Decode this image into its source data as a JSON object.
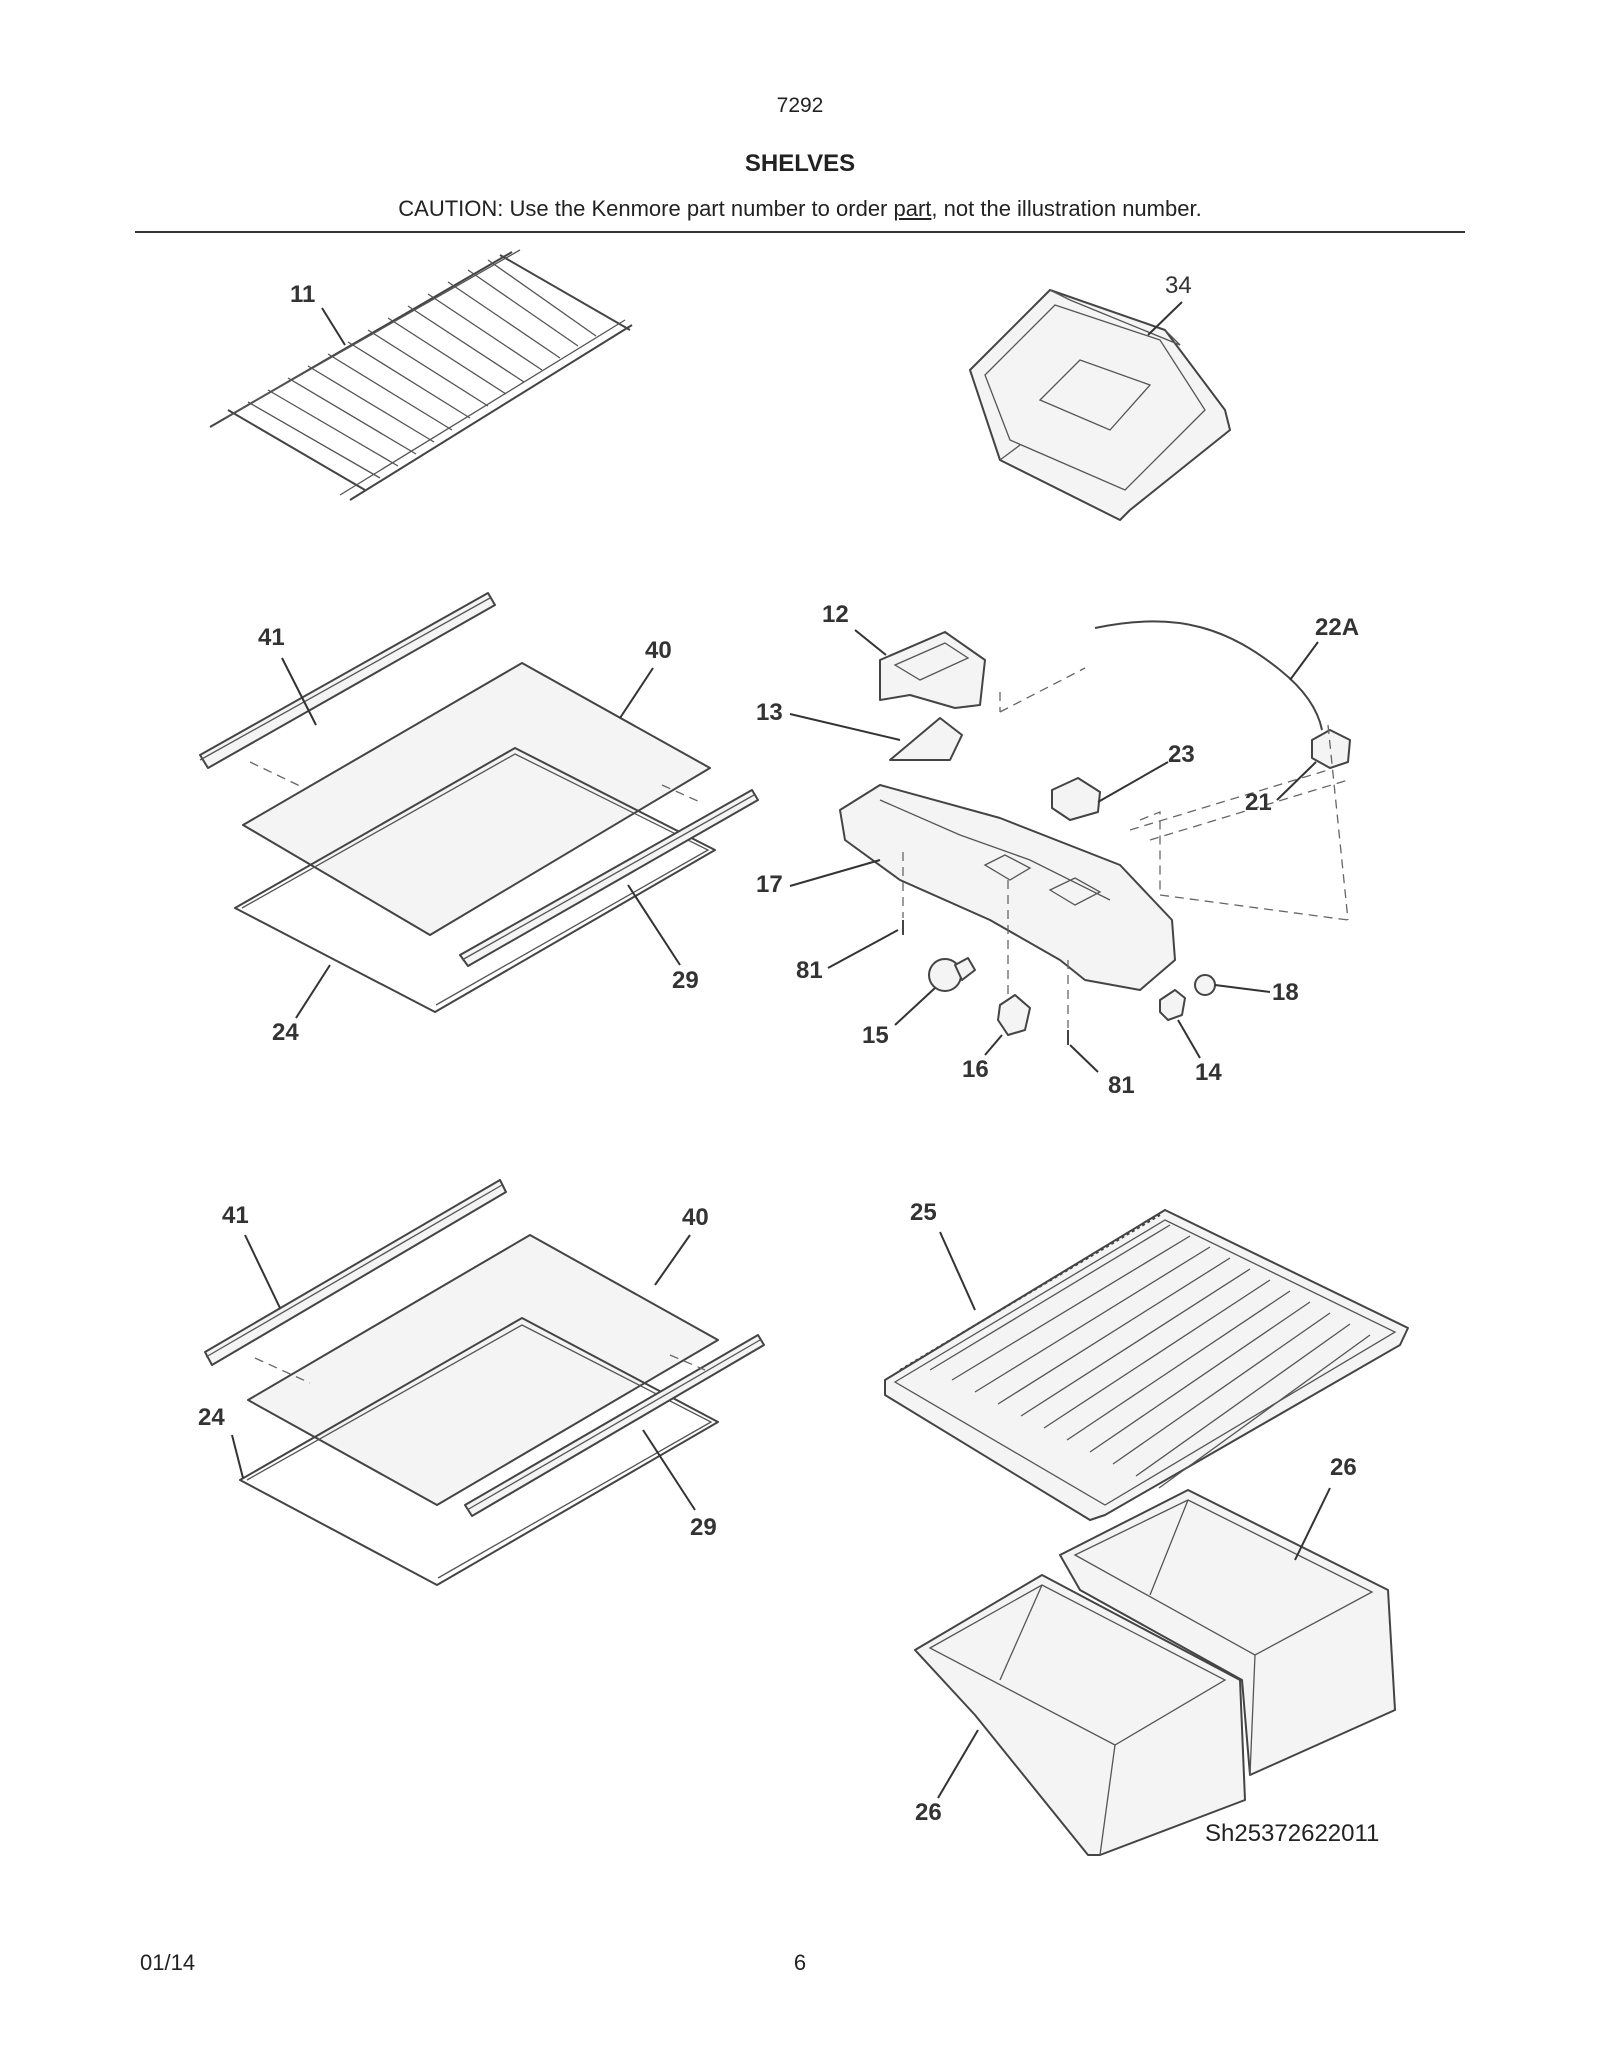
{
  "header": {
    "model_number": "7292",
    "title": "SHELVES",
    "caution_prefix": "CAUTION: Use the Kenmore part number to order ",
    "caution_underlined": "part",
    "caution_suffix": ", not the illustration number."
  },
  "callouts": {
    "c11": "11",
    "c34": "34",
    "c41a": "41",
    "c40a": "40",
    "c24a": "24",
    "c29a": "29",
    "c12": "12",
    "c22A": "22A",
    "c13": "13",
    "c23": "23",
    "c21": "21",
    "c17": "17",
    "c81a": "81",
    "c18": "18",
    "c15": "15",
    "c16": "16",
    "c81b": "81",
    "c14": "14",
    "c41b": "41",
    "c40b": "40",
    "c24b": "24",
    "c29b": "29",
    "c25": "25",
    "c26a": "26",
    "c26b": "26"
  },
  "diagram_code": "Sh25372622011",
  "footer": {
    "date": "01/14",
    "page": "6"
  }
}
